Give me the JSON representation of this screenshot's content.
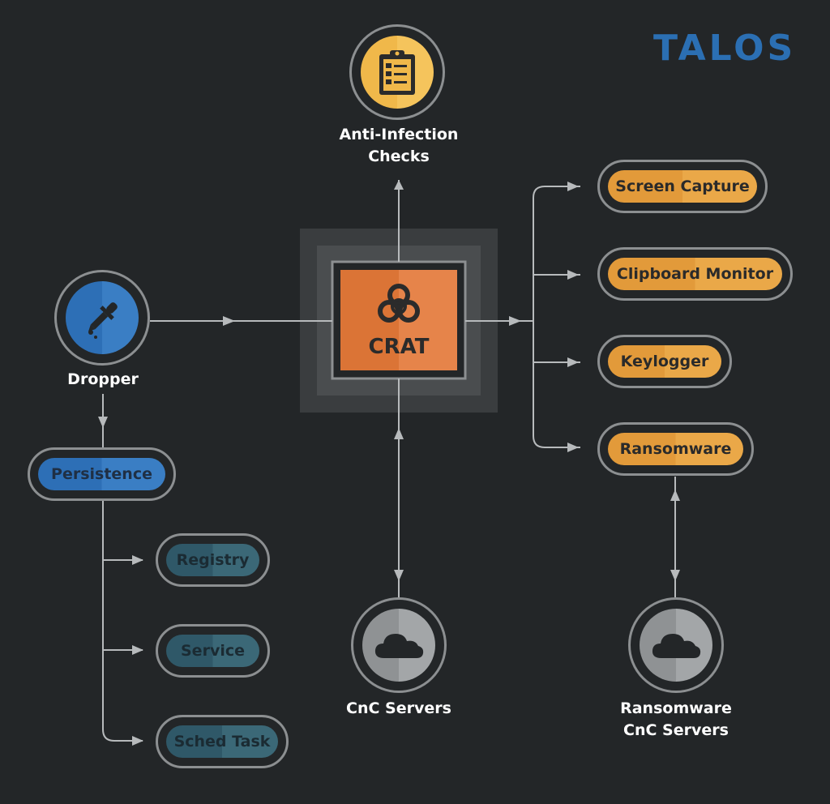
{
  "logo": {
    "text": "TALOS",
    "color": "#2b6fb3"
  },
  "center": {
    "label": "CRAT",
    "icon": "biohazard-icon"
  },
  "nodes": {
    "anti_infection": {
      "label": "Anti-Infection\nChecks",
      "icon": "clipboard-checklist-icon"
    },
    "dropper": {
      "label": "Dropper",
      "icon": "eyedropper-icon"
    },
    "cnc": {
      "label": "CnC Servers",
      "icon": "cloud-icon"
    },
    "ransom_cnc": {
      "label": "Ransomware\nCnC Servers",
      "icon": "cloud-icon"
    }
  },
  "modules": [
    "Screen Capture",
    "Clipboard Monitor",
    "Keylogger",
    "Ransomware"
  ],
  "persistence": {
    "label": "Persistence",
    "methods": [
      "Registry",
      "Service",
      "Sched Task"
    ]
  },
  "colors": {
    "background": "#232628",
    "orange": "#e29a3a",
    "crat": "#db7436",
    "blue": "#2d6fb6",
    "teal": "#2f5868",
    "gold": "#f0b84a",
    "gray": "#8c8f91"
  }
}
